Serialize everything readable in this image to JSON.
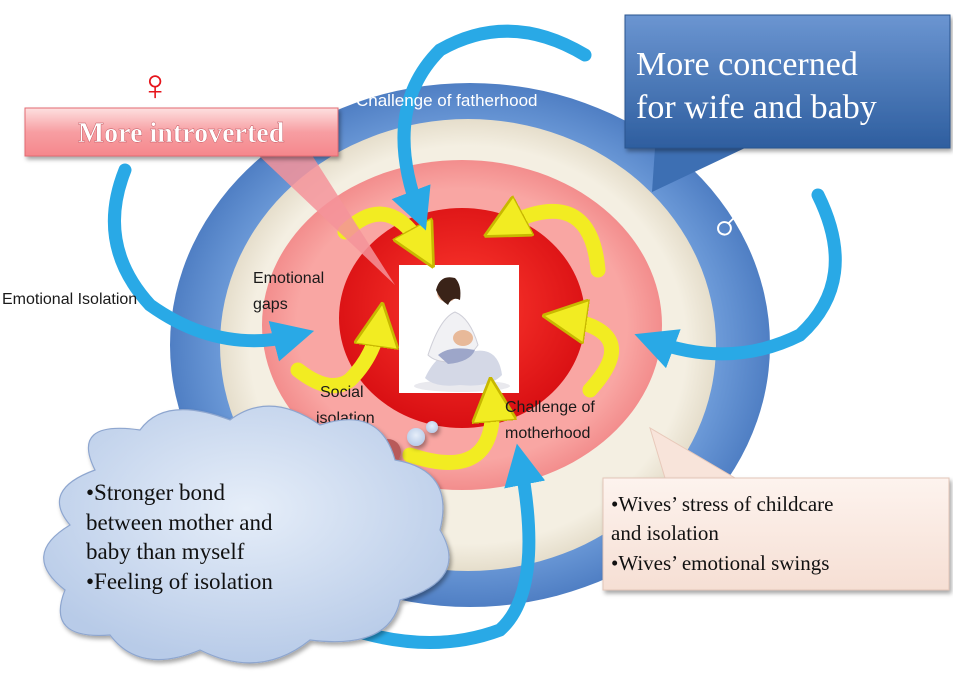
{
  "symbols": {
    "female": "♀",
    "male": "♂"
  },
  "callouts": {
    "introverted": "More introverted",
    "concerned_line1": "More concerned",
    "concerned_line2": "for wife and baby"
  },
  "rings": {
    "outer": "Challenge of fatherhood",
    "emotional_isolation": "Emotional Isolation",
    "emotional_gaps_line1": "Emotional",
    "emotional_gaps_line2": "gaps",
    "social_isolation_line1": "Social",
    "social_isolation_line2": "isolation",
    "motherhood_line1": "Challenge of",
    "motherhood_line2": "motherhood"
  },
  "thought_bubble": {
    "line1": "•Stronger bond",
    "line2": "between mother and",
    "line3": "baby than myself",
    "line4": "•Feeling of isolation"
  },
  "wives_box": {
    "line1": "•Wives’ stress of childcare",
    "line2": "and isolation",
    "line3": "•Wives’ emotional swings"
  },
  "colors": {
    "outer_ring": "#4d7fc6",
    "beige_ring": "#ede5d2",
    "pink_ring": "#f59393",
    "red_core": "#e8101a",
    "blue_arrow": "#29a9e6",
    "yellow_arrow": "#f0ea25",
    "introverted_box": "#f7a3a6",
    "concerned_box": "#3d6fb3",
    "cloud": "#c7d7ee",
    "wives_box": "#fbeae3"
  }
}
